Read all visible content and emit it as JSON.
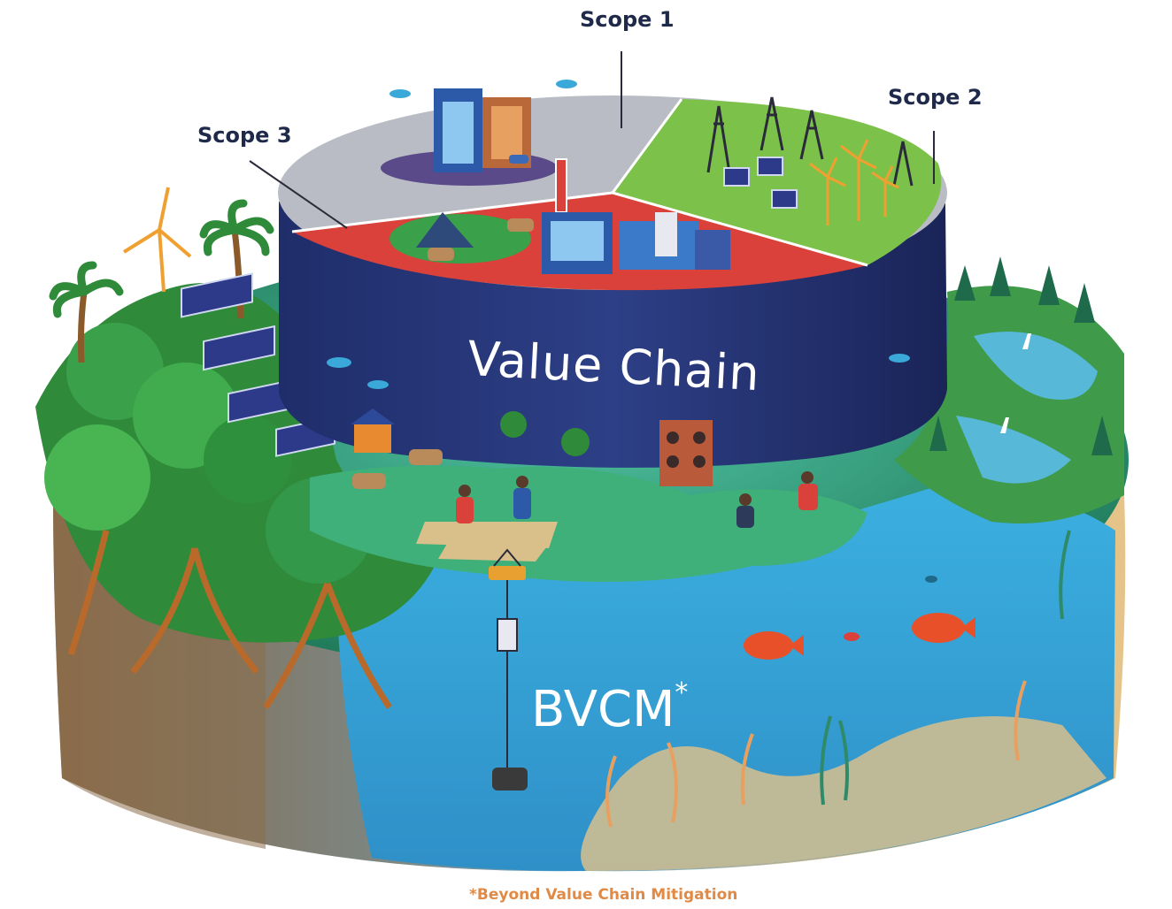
{
  "labels": {
    "scope_1": "Scope 1",
    "scope_2": "Scope 2",
    "scope_3": "Scope 3",
    "value_chain": "Value Chain",
    "bvcm": "BVCM",
    "bvcm_asterisk": "*",
    "footnote": "*Beyond Value Chain Mitigation"
  },
  "colors": {
    "scope1_fill": "#b9bcc4",
    "scope2_fill": "#7cc24a",
    "scope3_fill": "#d9413a",
    "cylinder_wall": "#2b3a78",
    "water": "#3fa8d8",
    "soil": "#d9b983",
    "forest": "#2f8a3a",
    "footnote_color": "#e08a45",
    "label_color": "#1f2a4a"
  },
  "icons": [
    "office-building-icon",
    "factory-icon",
    "wind-turbine-icon",
    "solar-panel-icon",
    "power-pylon-icon",
    "palm-tree-icon",
    "mangrove-icon",
    "fish-icon",
    "cow-icon",
    "farmer-icon",
    "heron-icon",
    "direct-air-capture-icon",
    "sensor-buoy-icon",
    "cloud-icon"
  ]
}
